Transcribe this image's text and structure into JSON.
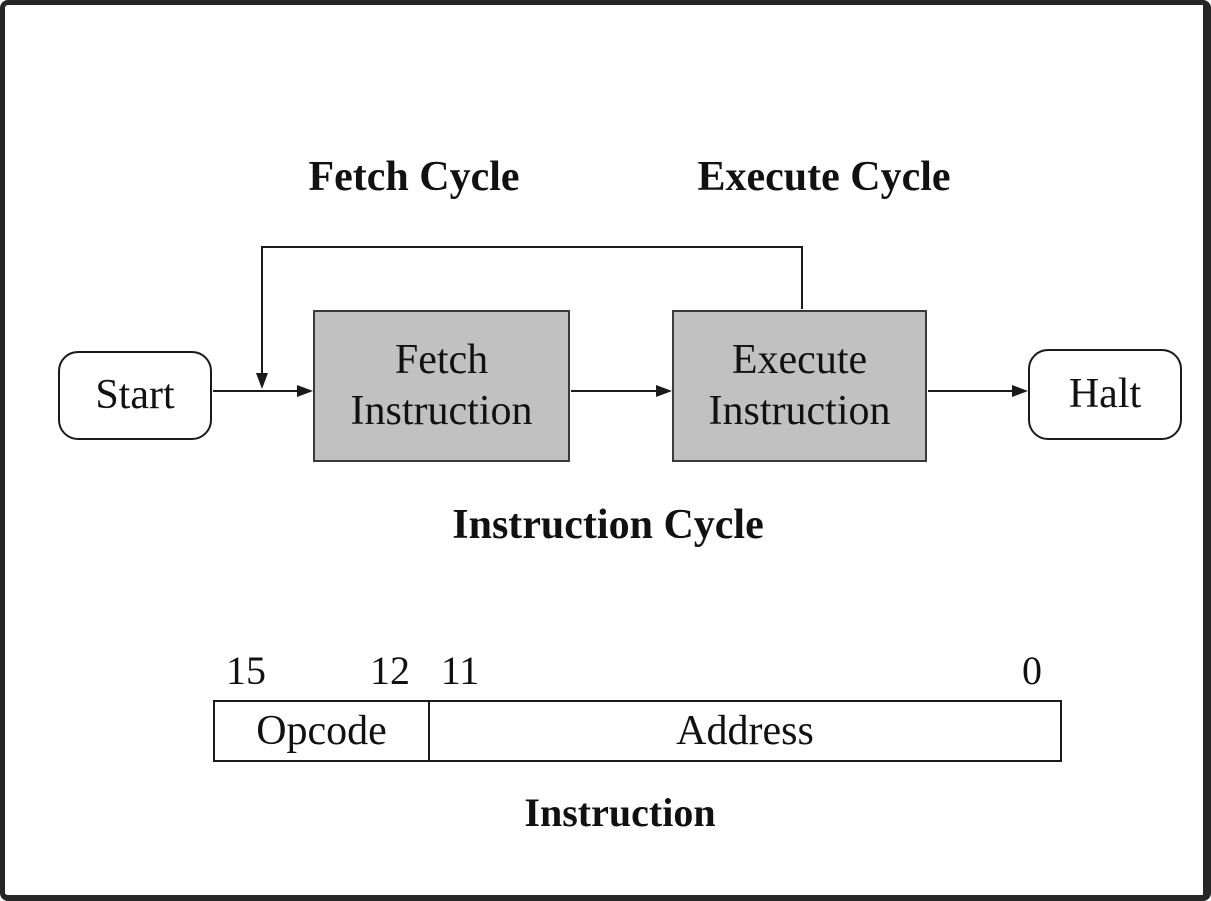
{
  "colors": {
    "frame_border": "#262626",
    "canvas_background": "#ffffff",
    "process_box_fill": "#c1c1c1",
    "line_color": "#1a1a1a"
  },
  "diagram": {
    "section_labels": {
      "fetch_cycle": "Fetch Cycle",
      "execute_cycle": "Execute Cycle",
      "instruction_cycle": "Instruction Cycle"
    },
    "nodes": {
      "start": "Start",
      "fetch_instruction": "Fetch Instruction",
      "execute_instruction": "Execute Instruction",
      "halt": "Halt"
    }
  },
  "instruction_format": {
    "bit_labels": [
      "15",
      "12",
      "11",
      "0"
    ],
    "fields": [
      "Opcode",
      "Address"
    ],
    "caption": "Instruction"
  }
}
